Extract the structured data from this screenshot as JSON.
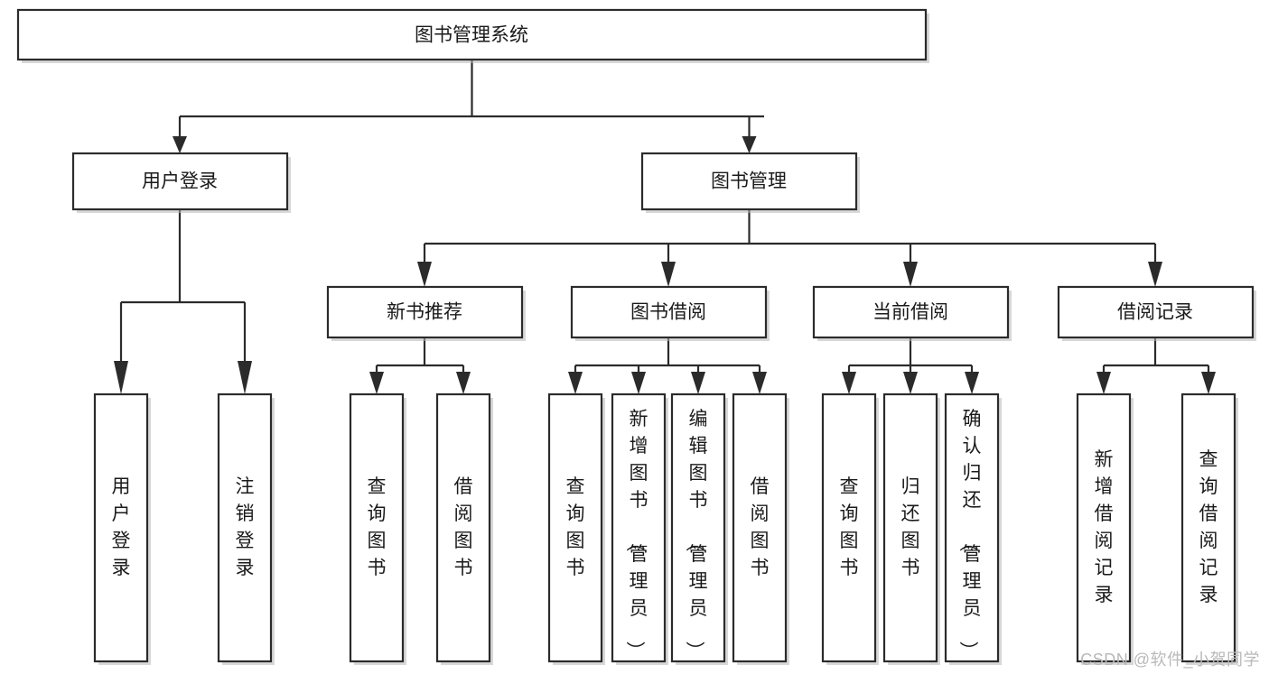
{
  "diagram": {
    "type": "tree",
    "title": "图书管理系统",
    "orientation": "top-down",
    "watermark": "CSDN @软件_小贺同学",
    "colors": {
      "box_stroke": "#2b2b2b",
      "box_fill": "#ffffff",
      "text": "#1a1a1a",
      "connector": "#2b2b2b",
      "watermark": "#b9b9b9",
      "background": "#ffffff"
    },
    "root": {
      "id": "root",
      "label": "图书管理系统",
      "orientation": "horizontal"
    },
    "level2": [
      {
        "id": "l2-0",
        "label": "用户登录",
        "orientation": "horizontal"
      },
      {
        "id": "l2-1",
        "label": "图书管理",
        "orientation": "horizontal"
      }
    ],
    "level3": [
      {
        "id": "l3-0",
        "label": "新书推荐",
        "orientation": "horizontal",
        "parent": "l2-1"
      },
      {
        "id": "l3-1",
        "label": "图书借阅",
        "orientation": "horizontal",
        "parent": "l2-1"
      },
      {
        "id": "l3-2",
        "label": "当前借阅",
        "orientation": "horizontal",
        "parent": "l2-1"
      },
      {
        "id": "l3-3",
        "label": "借阅记录",
        "orientation": "horizontal",
        "parent": "l2-1"
      }
    ],
    "leaves": [
      {
        "id": "leaf-0",
        "label": "用户登录",
        "orientation": "vertical",
        "parent": "l2-0"
      },
      {
        "id": "leaf-1",
        "label": "注销登录",
        "orientation": "vertical",
        "parent": "l2-0"
      },
      {
        "id": "leaf-2",
        "label": "查询图书",
        "orientation": "vertical",
        "parent": "l3-0"
      },
      {
        "id": "leaf-3",
        "label": "借阅图书",
        "orientation": "vertical",
        "parent": "l3-0"
      },
      {
        "id": "leaf-4",
        "label": "查询图书",
        "orientation": "vertical",
        "parent": "l3-1"
      },
      {
        "id": "leaf-5",
        "label": "新增图书（管理员）",
        "orientation": "vertical",
        "parent": "l3-1"
      },
      {
        "id": "leaf-6",
        "label": "编辑图书（管理员）",
        "orientation": "vertical",
        "parent": "l3-1"
      },
      {
        "id": "leaf-7",
        "label": "借阅图书",
        "orientation": "vertical",
        "parent": "l3-1"
      },
      {
        "id": "leaf-8",
        "label": "查询图书",
        "orientation": "vertical",
        "parent": "l3-2"
      },
      {
        "id": "leaf-9",
        "label": "归还图书",
        "orientation": "vertical",
        "parent": "l3-2"
      },
      {
        "id": "leaf-10",
        "label": "确认归还（管理员）",
        "orientation": "vertical",
        "parent": "l3-2"
      },
      {
        "id": "leaf-11",
        "label": "新增借阅记录",
        "orientation": "vertical",
        "parent": "l3-3"
      },
      {
        "id": "leaf-12",
        "label": "查询借阅记录",
        "orientation": "vertical",
        "parent": "l3-3"
      }
    ]
  }
}
